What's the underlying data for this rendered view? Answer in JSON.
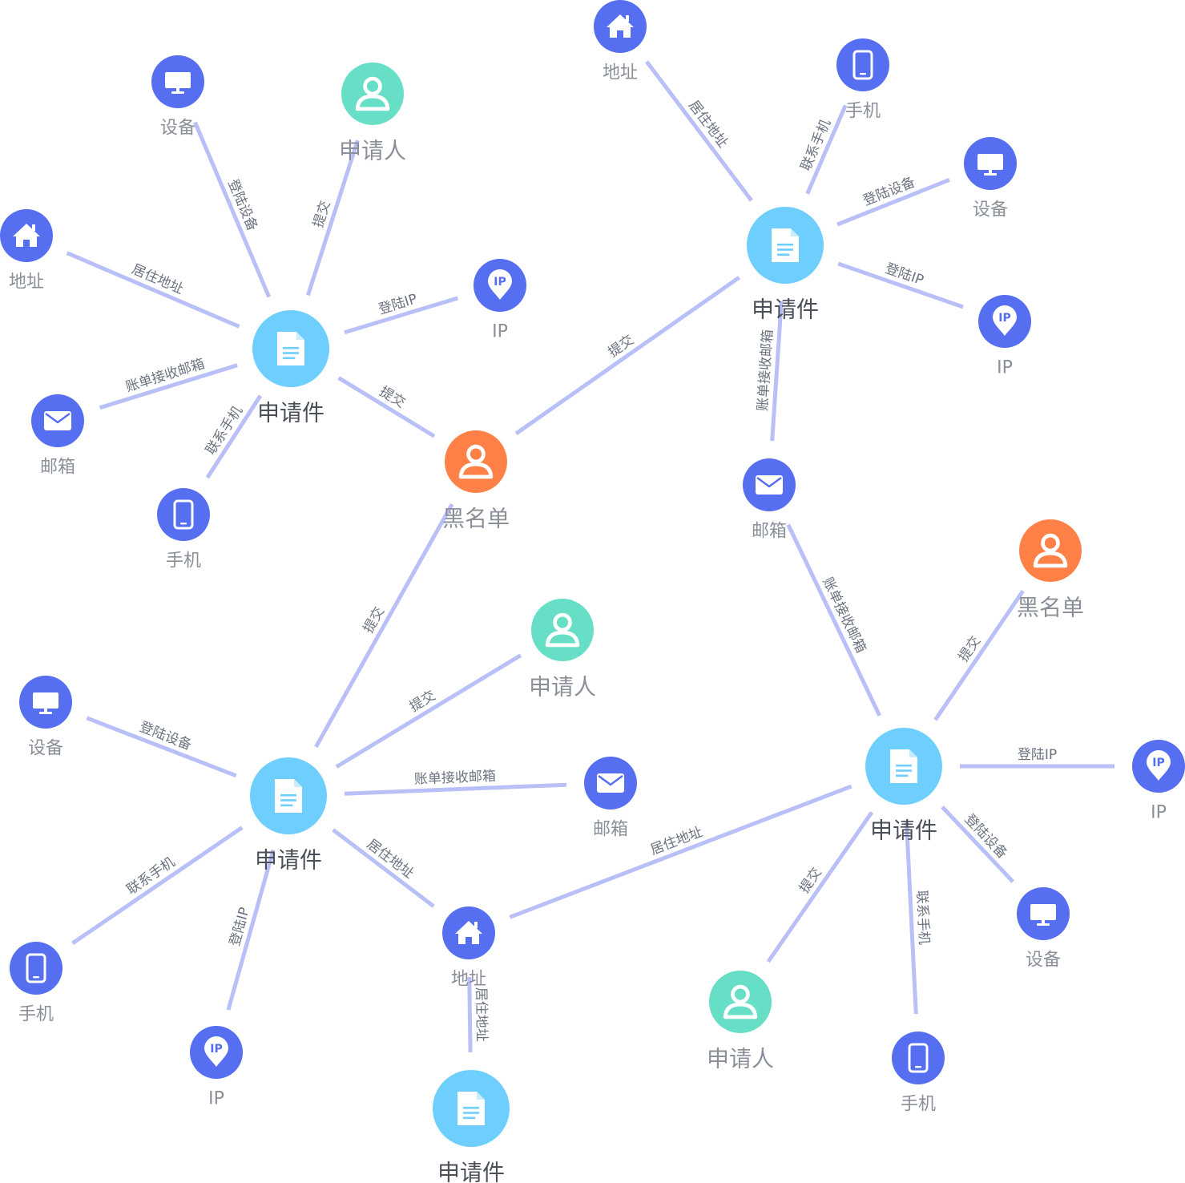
{
  "colors": {
    "application": "#6ecfff",
    "attribute": "#566ef0",
    "applicant": "#67dfc6",
    "blacklist": "#ff8147",
    "edge": "#b8c0f7",
    "label": "#8a8f98",
    "edge_label": "#6b7280"
  },
  "node_types": {
    "application": {
      "icon": "document-icon"
    },
    "applicant": {
      "icon": "person-icon"
    },
    "blacklist": {
      "icon": "person-icon"
    },
    "device": {
      "icon": "monitor-icon"
    },
    "address": {
      "icon": "house-icon"
    },
    "ip": {
      "icon": "ip-pin-icon"
    },
    "email": {
      "icon": "envelope-icon"
    },
    "phone": {
      "icon": "phone-icon"
    }
  },
  "nodes": [
    {
      "id": "app1",
      "type": "application",
      "label": "申请件"
    },
    {
      "id": "app2",
      "type": "application",
      "label": "申请件"
    },
    {
      "id": "app3",
      "type": "application",
      "label": "申请件"
    },
    {
      "id": "app4",
      "type": "application",
      "label": "申请件"
    },
    {
      "id": "app5",
      "type": "application",
      "label": "申请件"
    },
    {
      "id": "bl1",
      "type": "blacklist",
      "label": "黑名单"
    },
    {
      "id": "bl2",
      "type": "blacklist",
      "label": "黑名单"
    },
    {
      "id": "ap1",
      "type": "applicant",
      "label": "申请人"
    },
    {
      "id": "ap2",
      "type": "applicant",
      "label": "申请人"
    },
    {
      "id": "ap3",
      "type": "applicant",
      "label": "申请人"
    },
    {
      "id": "dev1",
      "type": "device",
      "label": "设备"
    },
    {
      "id": "addr1",
      "type": "address",
      "label": "地址"
    },
    {
      "id": "ip1",
      "type": "ip",
      "label": "IP"
    },
    {
      "id": "mail1",
      "type": "email",
      "label": "邮箱"
    },
    {
      "id": "ph1",
      "type": "phone",
      "label": "手机"
    },
    {
      "id": "addr2",
      "type": "address",
      "label": "地址"
    },
    {
      "id": "ph2",
      "type": "phone",
      "label": "手机"
    },
    {
      "id": "dev2",
      "type": "device",
      "label": "设备"
    },
    {
      "id": "ip2",
      "type": "ip",
      "label": "IP"
    },
    {
      "id": "mail2",
      "type": "email",
      "label": "邮箱"
    },
    {
      "id": "dev3",
      "type": "device",
      "label": "设备"
    },
    {
      "id": "mail3",
      "type": "email",
      "label": "邮箱"
    },
    {
      "id": "ph3",
      "type": "phone",
      "label": "手机"
    },
    {
      "id": "ip3",
      "type": "ip",
      "label": "IP"
    },
    {
      "id": "addr3",
      "type": "address",
      "label": "地址"
    },
    {
      "id": "ip4",
      "type": "ip",
      "label": "IP"
    },
    {
      "id": "dev4",
      "type": "device",
      "label": "设备"
    },
    {
      "id": "ph4",
      "type": "phone",
      "label": "手机"
    }
  ],
  "edges": [
    {
      "from": "app1",
      "to": "dev1",
      "label": "登陆设备"
    },
    {
      "from": "app1",
      "to": "ap1",
      "label": "提交"
    },
    {
      "from": "app1",
      "to": "addr1",
      "label": "居住地址"
    },
    {
      "from": "app1",
      "to": "ip1",
      "label": "登陆IP"
    },
    {
      "from": "app1",
      "to": "mail1",
      "label": "账单接收邮箱"
    },
    {
      "from": "app1",
      "to": "ph1",
      "label": "联系手机"
    },
    {
      "from": "app1",
      "to": "bl1",
      "label": "提交"
    },
    {
      "from": "bl1",
      "to": "app2",
      "label": "提交"
    },
    {
      "from": "app2",
      "to": "addr2",
      "label": "居住地址"
    },
    {
      "from": "app2",
      "to": "ph2",
      "label": "联系手机"
    },
    {
      "from": "app2",
      "to": "dev2",
      "label": "登陆设备"
    },
    {
      "from": "app2",
      "to": "ip2",
      "label": "登陆IP"
    },
    {
      "from": "app2",
      "to": "mail2",
      "label": "账单接收邮箱"
    },
    {
      "from": "bl1",
      "to": "app3",
      "label": "提交"
    },
    {
      "from": "app3",
      "to": "ap2",
      "label": "提交"
    },
    {
      "from": "app3",
      "to": "dev3",
      "label": "登陆设备"
    },
    {
      "from": "app3",
      "to": "mail3",
      "label": "账单接收邮箱"
    },
    {
      "from": "app3",
      "to": "ph3",
      "label": "联系手机"
    },
    {
      "from": "app3",
      "to": "ip3",
      "label": "登陆IP"
    },
    {
      "from": "app3",
      "to": "addr3",
      "label": "居住地址"
    },
    {
      "from": "addr3",
      "to": "app5",
      "label": "居住地址"
    },
    {
      "from": "addr3",
      "to": "app4",
      "label": "居住地址"
    },
    {
      "from": "mail2",
      "to": "app4",
      "label": "账单接收邮箱"
    },
    {
      "from": "app4",
      "to": "bl2",
      "label": "提交"
    },
    {
      "from": "app4",
      "to": "ip4",
      "label": "登陆IP"
    },
    {
      "from": "app4",
      "to": "dev4",
      "label": "登陆设备"
    },
    {
      "from": "app4",
      "to": "ph4",
      "label": "联系手机"
    },
    {
      "from": "app4",
      "to": "ap3",
      "label": "提交"
    }
  ]
}
